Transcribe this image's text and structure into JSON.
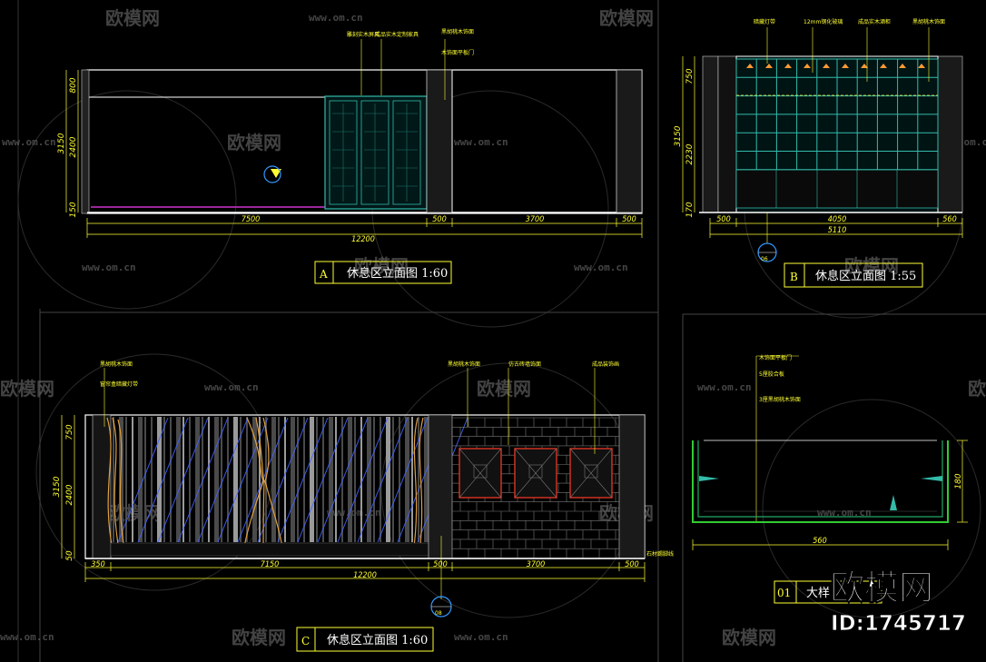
{
  "watermark": {
    "brand": "欧模网",
    "url": "www.om.cn"
  },
  "badge": {
    "brand": "欧模网",
    "id": "ID:1745717"
  },
  "panel_a": {
    "letter": "A",
    "title": "休息区立面图 1:60",
    "dims_bottom_1": [
      "7500",
      "500",
      "3700",
      "500"
    ],
    "dims_bottom_2": "12200",
    "dims_left": [
      "800",
      "2400",
      "150"
    ],
    "dims_left_total": "3150",
    "notes": [
      "雕刻实木屏风",
      "成品实木定制家具",
      "黑胡桃木饰面",
      "木饰面平板门"
    ]
  },
  "panel_b": {
    "letter": "B",
    "title": "休息区立面图 1:55",
    "dims_bottom_1": [
      "500",
      "4050",
      "560"
    ],
    "dims_bottom_2": "5110",
    "dims_left": [
      "750",
      "2230",
      "170"
    ],
    "dims_left_total": "3150",
    "notes": [
      "暗藏灯带",
      "12mm钢化玻璃",
      "成品实木酒柜",
      "黑胡桃木饰面"
    ],
    "marker": "06"
  },
  "panel_c": {
    "letter": "C",
    "title": "休息区立面图 1:60",
    "dims_bottom_1": [
      "350",
      "7150",
      "500",
      "3700",
      "500"
    ],
    "dims_bottom_2": "12200",
    "dims_left": [
      "750",
      "2400",
      "50"
    ],
    "dims_left_total": "3150",
    "notes": [
      "黑胡桃木饰面",
      "窗帘盒暗藏灯带",
      "黑胡桃木饰面",
      "仿古砖墙饰面",
      "成品装饰画"
    ],
    "side_note": "石材踢脚线",
    "marker": "08"
  },
  "panel_d": {
    "number": "01",
    "title": "大样",
    "width": "560",
    "height": "180",
    "notes": [
      "木饰面平板门",
      "5厘胶合板",
      "3厘黑胡桃木饰面"
    ]
  }
}
